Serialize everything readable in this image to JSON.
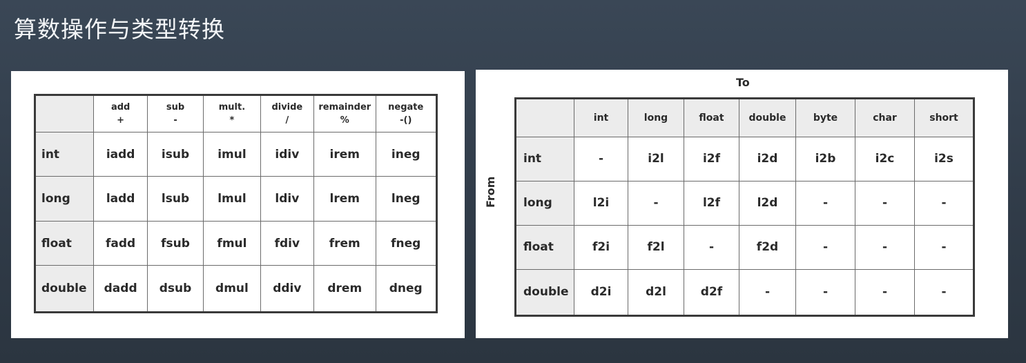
{
  "title": "算数操作与类型转换",
  "ops_table": {
    "columns": [
      {
        "name": "add",
        "symbol": "+"
      },
      {
        "name": "sub",
        "symbol": "-"
      },
      {
        "name": "mult.",
        "symbol": "*"
      },
      {
        "name": "divide",
        "symbol": "/"
      },
      {
        "name": "remainder",
        "symbol": "%"
      },
      {
        "name": "negate",
        "symbol": "-()"
      }
    ],
    "rows": [
      {
        "label": "int",
        "cells": [
          "iadd",
          "isub",
          "imul",
          "idiv",
          "irem",
          "ineg"
        ]
      },
      {
        "label": "long",
        "cells": [
          "ladd",
          "lsub",
          "lmul",
          "ldiv",
          "lrem",
          "lneg"
        ]
      },
      {
        "label": "float",
        "cells": [
          "fadd",
          "fsub",
          "fmul",
          "fdiv",
          "frem",
          "fneg"
        ]
      },
      {
        "label": "double",
        "cells": [
          "dadd",
          "dsub",
          "dmul",
          "ddiv",
          "drem",
          "dneg"
        ]
      }
    ]
  },
  "conv_table": {
    "to_label": "To",
    "from_label": "From",
    "columns": [
      "int",
      "long",
      "float",
      "double",
      "byte",
      "char",
      "short"
    ],
    "rows": [
      {
        "label": "int",
        "cells": [
          "-",
          "i2l",
          "i2f",
          "i2d",
          "i2b",
          "i2c",
          "i2s"
        ]
      },
      {
        "label": "long",
        "cells": [
          "l2i",
          "-",
          "l2f",
          "l2d",
          "-",
          "-",
          "-"
        ]
      },
      {
        "label": "float",
        "cells": [
          "f2i",
          "f2l",
          "-",
          "f2d",
          "-",
          "-",
          "-"
        ]
      },
      {
        "label": "double",
        "cells": [
          "d2i",
          "d2l",
          "d2f",
          "-",
          "-",
          "-",
          "-"
        ]
      }
    ]
  }
}
